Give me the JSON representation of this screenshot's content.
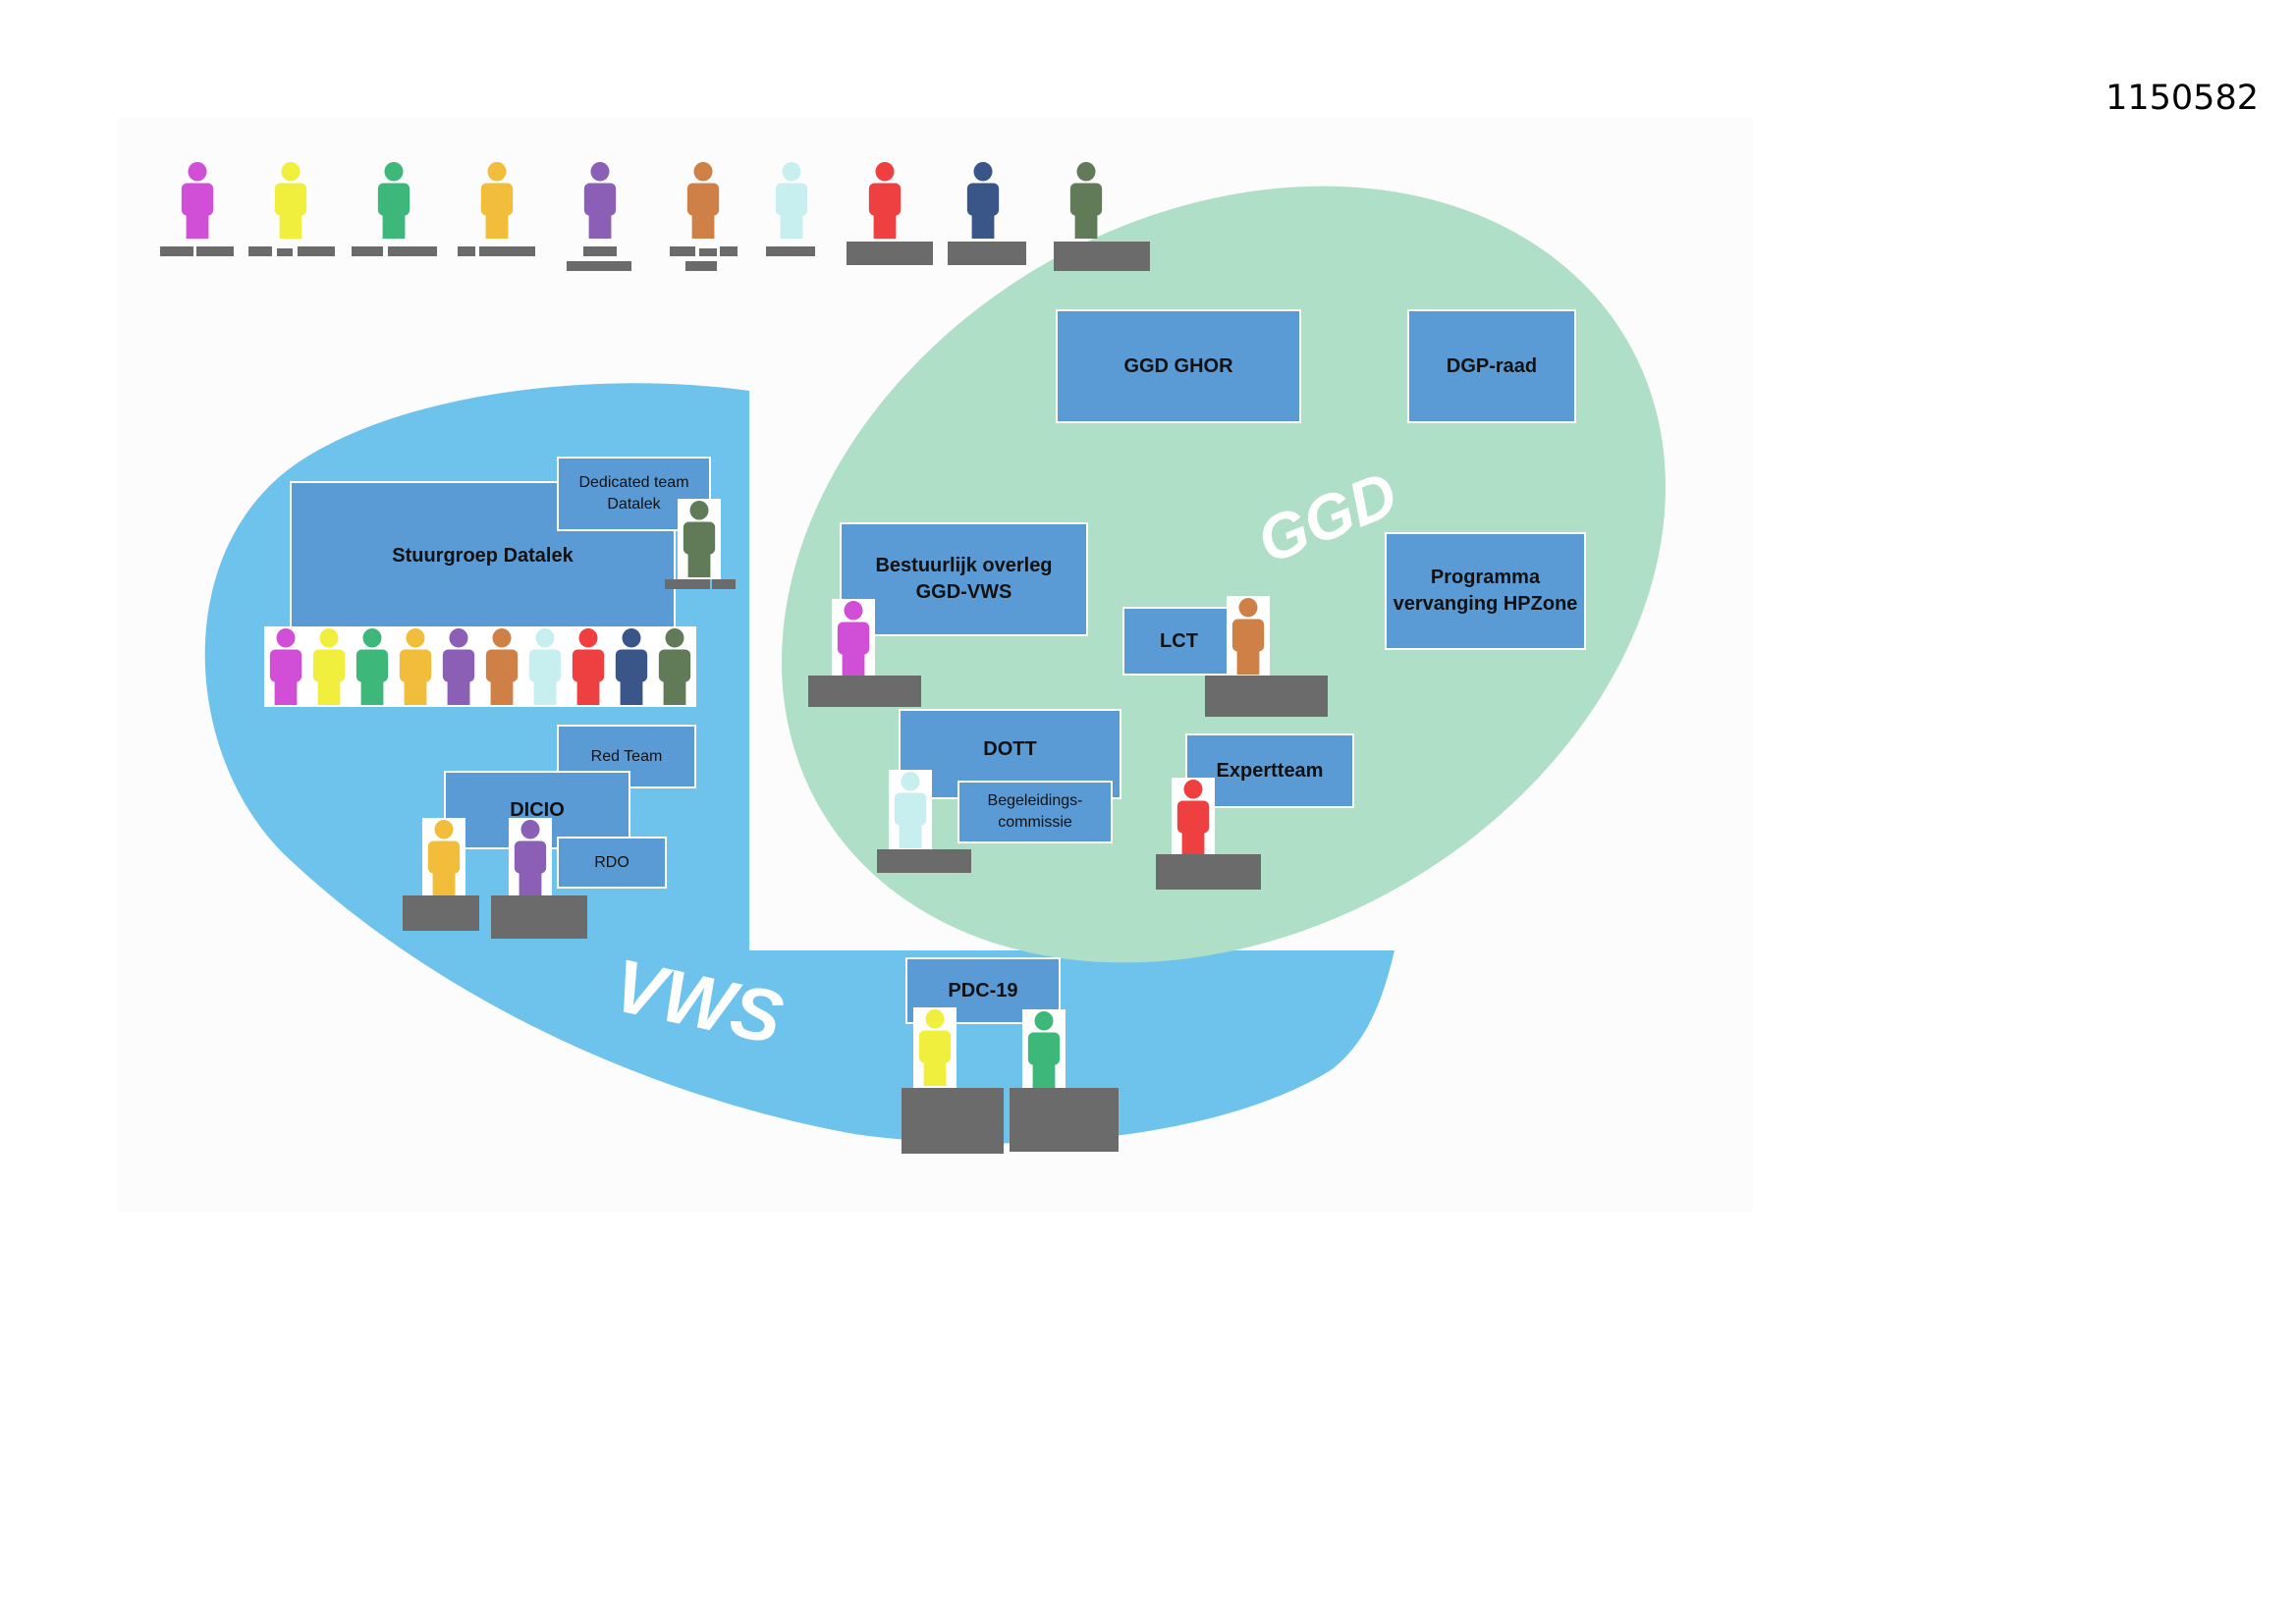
{
  "document": {
    "id_number": "1150582"
  },
  "colors": {
    "vws_region": "#6ec3ec",
    "ggd_region": "#b0dfc8",
    "box_fill": "#5b9bd5",
    "placeholder": "#6b6b6b",
    "people": {
      "magenta": "#d14fd6",
      "yellow": "#f0ef3e",
      "green": "#3db87a",
      "amber": "#f1bd3a",
      "purple": "#8b5fb5",
      "orange": "#cf8046",
      "pale_cyan": "#c8eff0",
      "red": "#ee4040",
      "navy": "#3a5588",
      "olive": "#617a58"
    }
  },
  "legend": {
    "people": [
      "magenta",
      "yellow",
      "green",
      "amber",
      "purple",
      "orange",
      "pale_cyan",
      "red",
      "navy",
      "olive"
    ]
  },
  "regions": {
    "vws": {
      "label": "VWS"
    },
    "ggd": {
      "label": "GGD"
    }
  },
  "boxes": {
    "ggd_ghor": "GGD GHOR",
    "dgp_raad": "DGP-raad",
    "bestuurlijk_overleg": "Bestuurlijk overleg GGD-VWS",
    "programma_hpzone": "Programma vervanging HPZone",
    "lct": "LCT",
    "dott": "DOTT",
    "begeleidingscommissie": "Begeleidings-commissie",
    "expertteam": "Expertteam",
    "stuurgroep_datalek": "Stuurgroep Datalek",
    "dedicated_team_datalek": "Dedicated team Datalek",
    "red_team": "Red Team",
    "dicio": "DICIO",
    "rdo": "RDO",
    "pdc_19": "PDC-19"
  }
}
